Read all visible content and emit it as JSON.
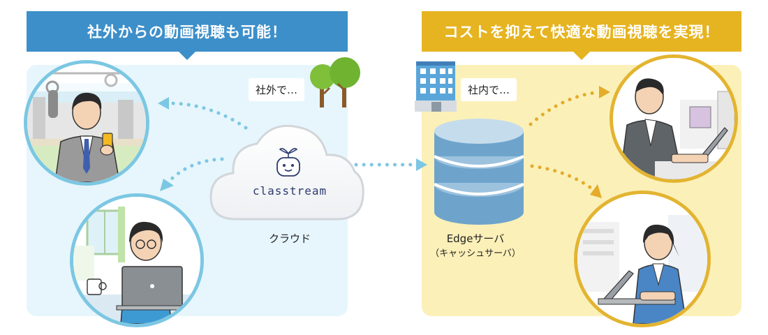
{
  "left": {
    "banner": "社外からの動画視聴も可能！",
    "location_tag": "社外で…",
    "cloud_logo": "classtream",
    "cloud_caption": "クラウド"
  },
  "right": {
    "banner": "コストを抑えて快適な動画視聴を実現！",
    "location_tag": "社内で…",
    "server_label": "Edgeサーバ",
    "server_sublabel": "（キャッシュサーバ）"
  },
  "colors": {
    "left_banner": "#3d8fc9",
    "right_banner": "#e6b421",
    "left_panel": "#e6f6fc",
    "right_panel": "#fbf0b8",
    "left_dots": "#7cc7e3",
    "right_dots": "#e3ac2a"
  },
  "icons": [
    "tree-icon",
    "office-building-icon",
    "cloud-icon",
    "robot-mascot-icon",
    "database-server-icon"
  ]
}
